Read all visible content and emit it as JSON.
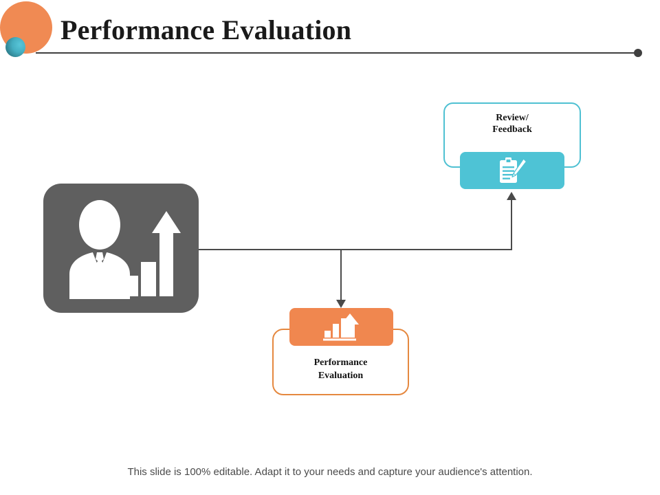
{
  "slide": {
    "title": "Performance Evaluation",
    "footer_note": "This slide is 100% editable. Adapt it to your needs and capture your audience's attention."
  },
  "theme": {
    "orange": "#F0874F",
    "orange_border": "#E5883F",
    "teal": "#4EC3D5",
    "teal_border": "#4EC0D2",
    "gray_tile": "#5F5F5F",
    "connector": "#4A4A4A",
    "text": "#111111",
    "footer_text": "#4A4A4A"
  },
  "decor": {
    "circle_large": "orange-circle",
    "circle_small": "teal-gradient-circle",
    "rule_end": "rule-end-dot"
  },
  "hero": {
    "icon": "businessman-with-growth-chart-icon"
  },
  "nodes": [
    {
      "id": "review-feedback",
      "label": "Review/\nFeedback",
      "icon": "clipboard-pencil-icon",
      "color": "#4EC3D5"
    },
    {
      "id": "performance-evaluation",
      "label": "Performance\nEvaluation",
      "icon": "bar-chart-up-arrow-icon",
      "color": "#F0874F"
    }
  ],
  "connectors": [
    {
      "id": "hero-to-branch",
      "type": "horizontal"
    },
    {
      "id": "branch-to-review",
      "type": "vertical-up",
      "arrow": "arrow-up-icon"
    },
    {
      "id": "branch-to-performance",
      "type": "vertical-down",
      "arrow": "arrow-down-icon"
    }
  ]
}
